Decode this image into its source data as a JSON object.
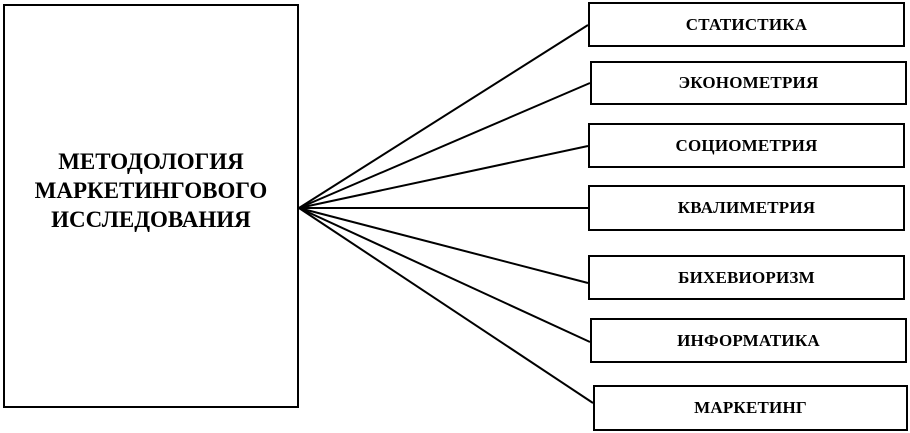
{
  "main": {
    "title": "МЕТОДОЛОГИЯ\nМАРКЕТИНГОВОГО\nИССЛЕДОВАНИЯ"
  },
  "children": [
    {
      "label": "СТАТИСТИКА"
    },
    {
      "label": "ЭКОНОМЕТРИЯ"
    },
    {
      "label": "СОЦИОМЕТРИЯ"
    },
    {
      "label": "КВАЛИМЕТРИЯ"
    },
    {
      "label": "БИХЕВИОРИЗМ"
    },
    {
      "label": "ИНФОРМАТИКА"
    },
    {
      "label": "МАРКЕТИНГ"
    }
  ],
  "colors": {
    "line": "#000000",
    "background": "#ffffff"
  }
}
